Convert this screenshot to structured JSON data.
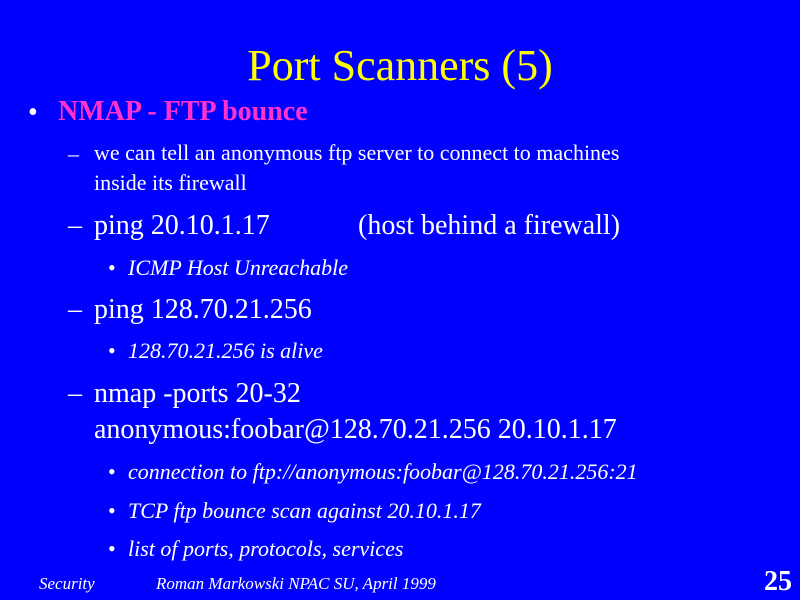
{
  "slide": {
    "title": "Port Scanners (5)",
    "bullet_main": "NMAP - FTP bounce",
    "sub1_line1": "we can tell an anonymous ftp server to connect to machines",
    "sub1_line2": "inside its firewall",
    "sub2_cmd": "ping 20.10.1.17",
    "sub2_note": "(host behind a firewall)",
    "sub2_result": "ICMP Host Unreachable",
    "sub3_cmd": "ping 128.70.21.256",
    "sub3_result": "128.70.21.256 is alive",
    "sub4_line1": "nmap -ports 20-32",
    "sub4_line2": "anonymous:foobar@128.70.21.256 20.10.1.17",
    "sub4_results": [
      "connection to ftp://anonymous:foobar@128.70.21.256:21",
      "TCP ftp bounce scan against 20.10.1.17",
      "list of ports, protocols, services"
    ],
    "bullet_symbol": "•",
    "dash_symbol": "–"
  },
  "footer": {
    "left": "Security",
    "middle": "Roman Markowski  NPAC SU,  April 1999",
    "page_number": "25"
  },
  "colors": {
    "background": "#0000ff",
    "title": "#ffff00",
    "bullet_main": "#ff33cc",
    "text": "#ffffff"
  }
}
